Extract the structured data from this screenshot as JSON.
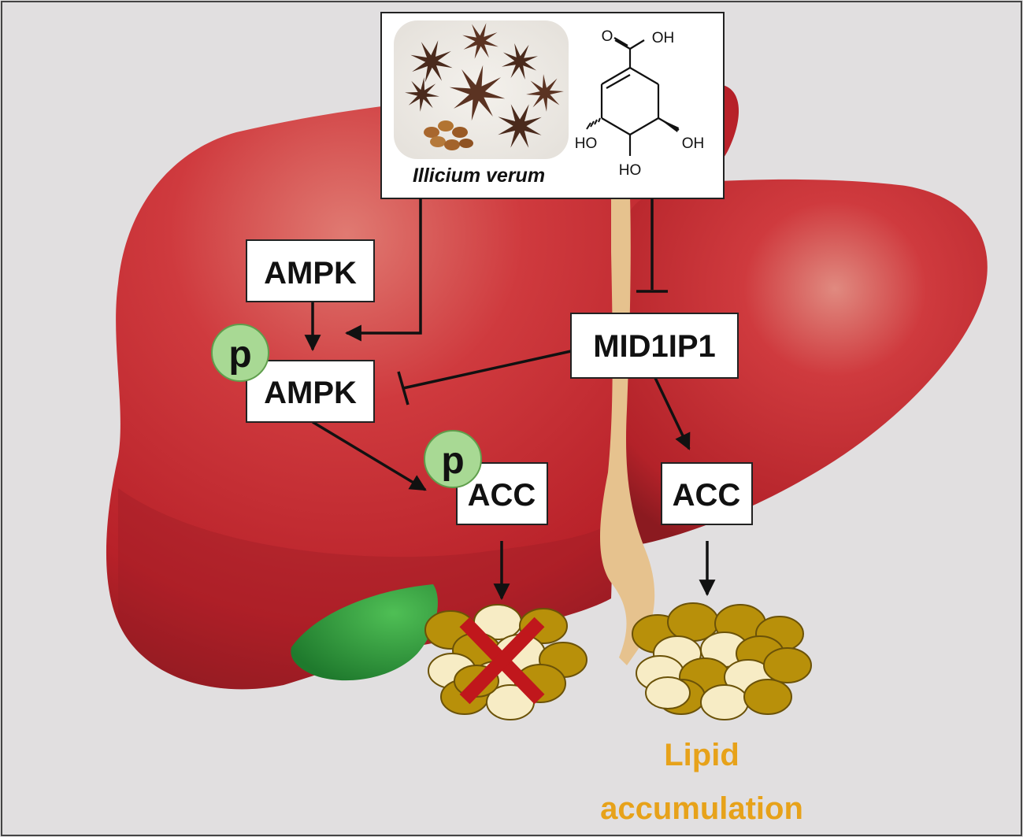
{
  "plant": {
    "species_label": "Illicium verum"
  },
  "chem": {
    "oh_top": "OH",
    "o_top": "O",
    "ho_left": "HO",
    "oh_right": "OH",
    "ho_bottom": "HO"
  },
  "nodes": {
    "ampk_top": "AMPK",
    "p_ampk": "AMPK",
    "mid1ip1": "MID1IP1",
    "p_acc": "ACC",
    "acc_right": "ACC",
    "p_symbol": "p"
  },
  "outcome": {
    "line1": "Lipid",
    "line2": "accumulation"
  },
  "colors": {
    "background": "#e1dfe0",
    "liver": "#c4282f",
    "gallbladder": "#2f9a3c",
    "bile_duct": "#e6c28e",
    "phospho": "#a8d994",
    "lipid_dark": "#b8900a",
    "lipid_light": "#f7ecc5",
    "cross": "#c0171c",
    "lipid_text": "#e7a21a"
  }
}
